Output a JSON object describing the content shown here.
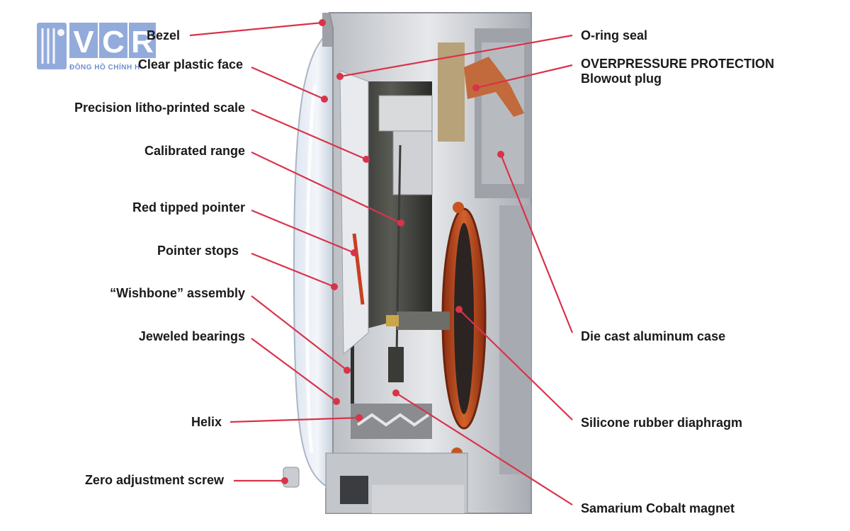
{
  "logo": {
    "letters": [
      "V",
      "C",
      "R"
    ],
    "subtitle": "ĐỒNG HỒ CHÍNH H"
  },
  "labels": {
    "bezel": "Bezel",
    "clear_plastic_face": "Clear plastic face",
    "scale": "Precision litho-printed scale",
    "calibrated_range": "Calibrated range",
    "red_tipped_pointer": "Red tipped pointer",
    "pointer_stops": "Pointer stops",
    "wishbone": "“Wishbone” assembly",
    "jeweled_bearings": "Jeweled bearings",
    "helix": "Helix",
    "zero_adjustment": "Zero adjustment screw",
    "oring": "O-ring seal",
    "overpressure": "OVERPRESSURE PROTECTION",
    "blowout": "Blowout plug",
    "die_cast": "Die cast aluminum case",
    "silicone": "Silicone rubber diaphragm",
    "magnet": "Samarium Cobalt magnet"
  },
  "colors": {
    "leader_line": "#d9334a",
    "logo_blue": "#6f8fcf",
    "aluminum": "#c9ccd0",
    "diaphragm": "#c8541e"
  }
}
